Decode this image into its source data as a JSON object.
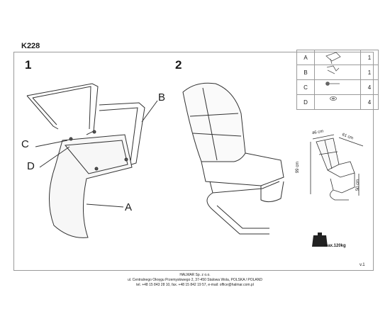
{
  "model": "K228",
  "steps": [
    "1",
    "2"
  ],
  "callouts": {
    "a": "A",
    "b": "B",
    "c": "C",
    "d": "D"
  },
  "parts": [
    {
      "letter": "A",
      "qty": "1",
      "icon": "seat-icon"
    },
    {
      "letter": "B",
      "qty": "1",
      "icon": "frame-icon"
    },
    {
      "letter": "C",
      "qty": "4",
      "icon": "bolt-icon"
    },
    {
      "letter": "D",
      "qty": "4",
      "icon": "washer-icon"
    }
  ],
  "dimensions": {
    "width": "46 cm",
    "depth": "61 cm",
    "height": "99 cm",
    "seat_height": "50 cm"
  },
  "max_load": "max.120kg",
  "version": "v.1",
  "footer": {
    "company": "HALMAR Sp. z o.o.",
    "address": "ul. Centralnego Okręgu Przemysłowego 2, 37-450 Stalowa Wola, POLSKA / POLAND",
    "contact": "tel. +48 15 843 28 10, fax. +48 15 842 19 57, e-mail: office@halmar.com.pl"
  }
}
